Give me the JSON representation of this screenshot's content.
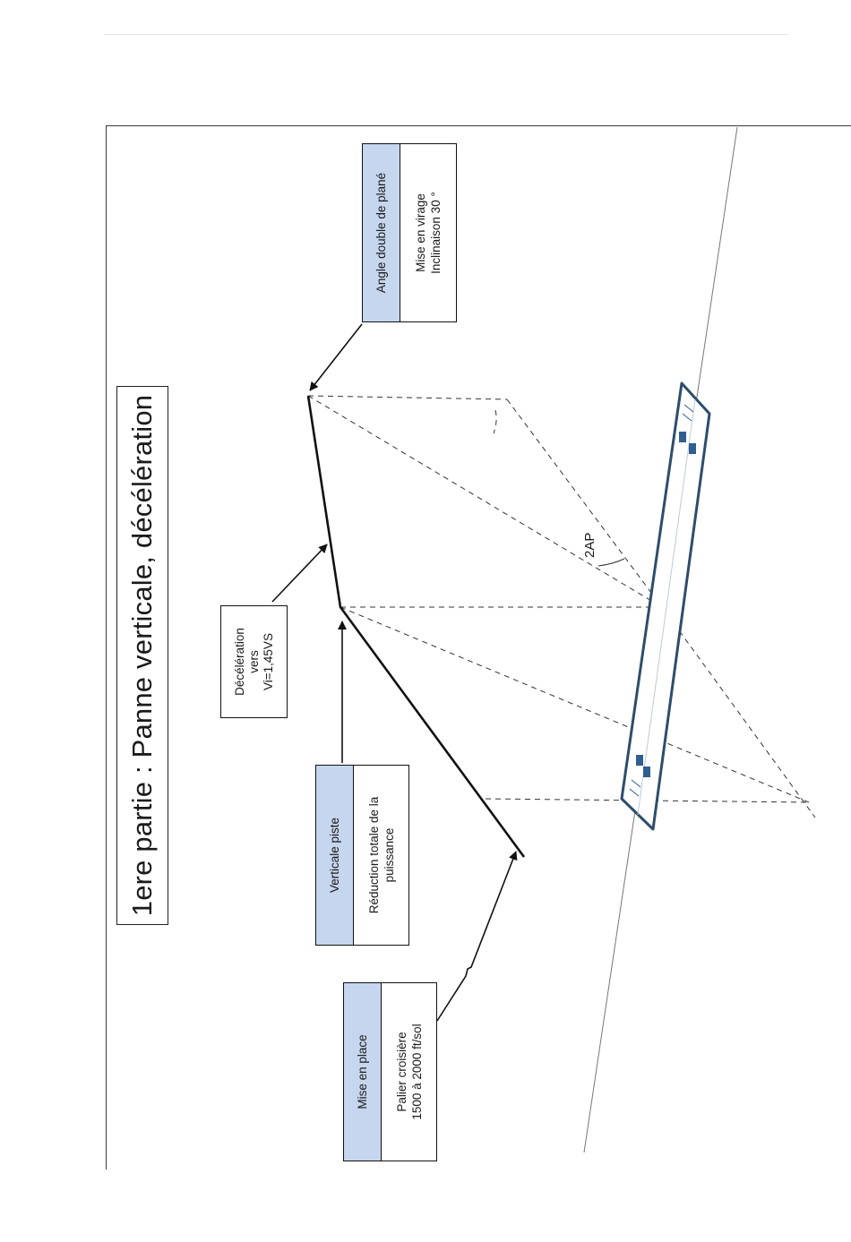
{
  "title": "1ere partie : Panne verticale, décélération",
  "boxes": {
    "angle": {
      "header": "Angle double de plané",
      "line1": "Mise en virage",
      "line2": "Inclinaison 30 °"
    },
    "decel": {
      "line1": "Décélération",
      "line2": "vers",
      "line3": "Vi=1,45VS"
    },
    "vertical": {
      "header": "Verticale piste",
      "line1": "Réduction totale de la",
      "line2": "puissance"
    },
    "mise": {
      "header": "Mise en place",
      "line1": "Palier croisière",
      "line2": "1500 à 2000 ft/sol"
    }
  },
  "angle_label": "2AP",
  "colors": {
    "header_fill": "#c6d6ee",
    "runway_stroke": "#2e4d6b",
    "runway_mark": "#2f5f8f"
  }
}
